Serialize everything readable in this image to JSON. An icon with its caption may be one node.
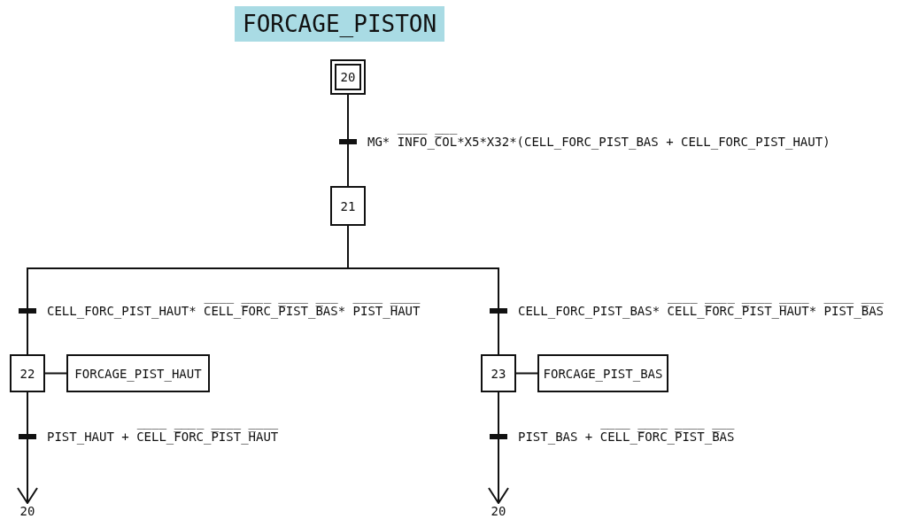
{
  "diagram": {
    "title": "FORCAGE_PISTON",
    "nodes": [
      {
        "text": [
          "20"
        ]
      },
      {
        "text": [
          "21"
        ]
      },
      {
        "text": [
          "22"
        ]
      },
      {
        "text": [
          "FORCAGE_PIST_HAUT"
        ]
      },
      {
        "text": [
          "23"
        ]
      },
      {
        "text": [
          "FORCAGE_PIST_BAS"
        ]
      },
      {
        "text": [
          "20"
        ]
      },
      {
        "text": [
          "20"
        ]
      }
    ],
    "edges": [
      {
        "from": 0,
        "to": 1,
        "arrow": "none",
        "label": "MG* I̅N̅F̅O̅_̅C̅O̅L̅*X5*X32*(CELL_FORC_PIST_BAS + CELL_FORC_PIST_HAUT)"
      },
      {
        "from": 1,
        "to": 2,
        "arrow": "none",
        "label": "CELL_FORC_PIST_HAUT* C̅E̅L̅L̅_̅F̅O̅R̅C̅_̅P̅I̅S̅T̅_̅B̅A̅S̅* P̅I̅S̅T̅_̅H̅A̅U̅T̅"
      },
      {
        "from": 1,
        "to": 4,
        "arrow": "none",
        "label": "CELL_FORC_PIST_BAS* C̅E̅L̅L̅_̅F̅O̅R̅C̅_̅P̅I̅S̅T̅_̅H̅A̅U̅T̅* P̅I̅S̅T̅_̅B̅A̅S̅"
      },
      {
        "from": 2,
        "to": 3,
        "arrow": "none"
      },
      {
        "from": 4,
        "to": 5,
        "arrow": "none"
      },
      {
        "from": 2,
        "to": 6,
        "arrow": "to",
        "label": "PIST_HAUT + C̅E̅L̅L̅_̅F̅O̅R̅C̅_̅P̅I̅S̅T̅_̅H̅A̅U̅T̅"
      },
      {
        "from": 4,
        "to": 7,
        "arrow": "to",
        "label": "PIST_BAS + C̅E̅L̅L̅_̅F̅O̅R̅C̅_̅P̅I̅S̅T̅_̅B̅A̅S̅"
      }
    ]
  }
}
